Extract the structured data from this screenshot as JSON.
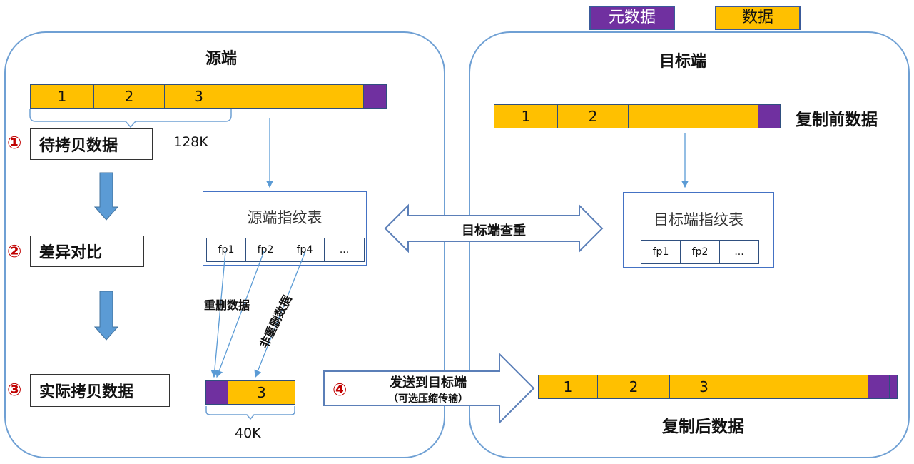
{
  "legend": {
    "metadata": "元数据",
    "data": "数据",
    "meta_color": "#7030a0",
    "data_color": "#ffc000"
  },
  "source": {
    "title": "源端",
    "bar_cells": [
      "1",
      "2",
      "3",
      ""
    ],
    "size_label": "128K",
    "fp_table": {
      "title": "源端指纹表",
      "cells": [
        "fp1",
        "fp2",
        "fp4",
        "..."
      ]
    },
    "dup_label": "重删数据",
    "nondup_label": "非重删数据",
    "copy_cells": [
      "3"
    ],
    "copy_size": "40K"
  },
  "steps": [
    {
      "num": "①",
      "label": "待拷贝数据"
    },
    {
      "num": "②",
      "label": "差异对比"
    },
    {
      "num": "③",
      "label": "实际拷贝数据"
    },
    {
      "num": "④",
      "label": "发送到目标端",
      "sub": "（可选压缩传输）"
    }
  ],
  "dedup_arrow_label": "目标端查重",
  "target": {
    "title": "目标端",
    "before_cells": [
      "1",
      "2",
      ""
    ],
    "before_label": "复制前数据",
    "fp_table": {
      "title": "目标端指纹表",
      "cells": [
        "fp1",
        "fp2",
        "..."
      ]
    },
    "after_cells": [
      "1",
      "2",
      "3",
      ""
    ],
    "after_label": "复制后数据"
  }
}
